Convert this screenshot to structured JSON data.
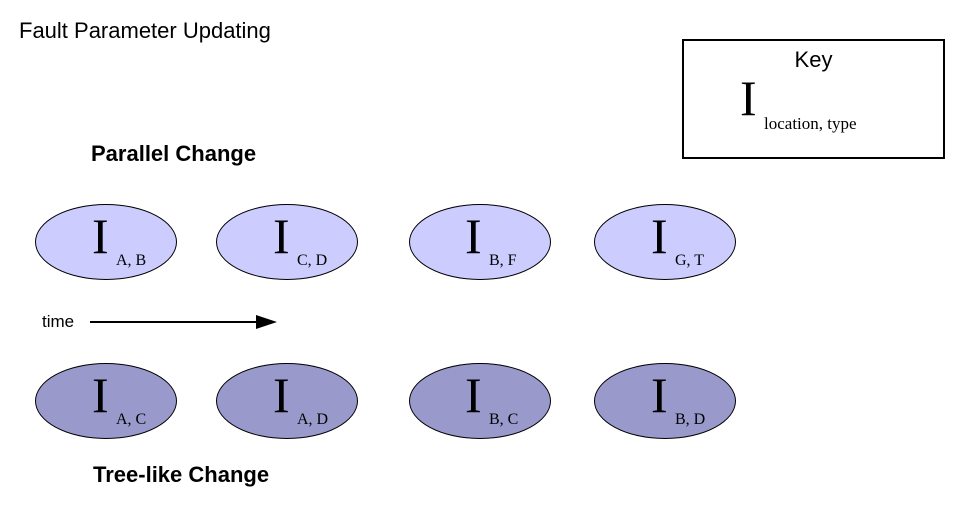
{
  "title": "Fault Parameter Updating",
  "key": {
    "title": "Key",
    "symbol": "I",
    "subscript": "location, type"
  },
  "parallel": {
    "label": "Parallel Change",
    "nodes": [
      {
        "symbol": "I",
        "subscript": "A, B"
      },
      {
        "symbol": "I",
        "subscript": "C, D"
      },
      {
        "symbol": "I",
        "subscript": "B, F"
      },
      {
        "symbol": "I",
        "subscript": "G, T"
      }
    ]
  },
  "tree": {
    "label": "Tree-like Change",
    "nodes": [
      {
        "symbol": "I",
        "subscript": "A, C"
      },
      {
        "symbol": "I",
        "subscript": "A, D"
      },
      {
        "symbol": "I",
        "subscript": "B, C"
      },
      {
        "symbol": "I",
        "subscript": "B, D"
      }
    ]
  },
  "time_label": "time",
  "colors": {
    "parallel_fill": "#ccccff",
    "tree_fill": "#9999cc"
  }
}
